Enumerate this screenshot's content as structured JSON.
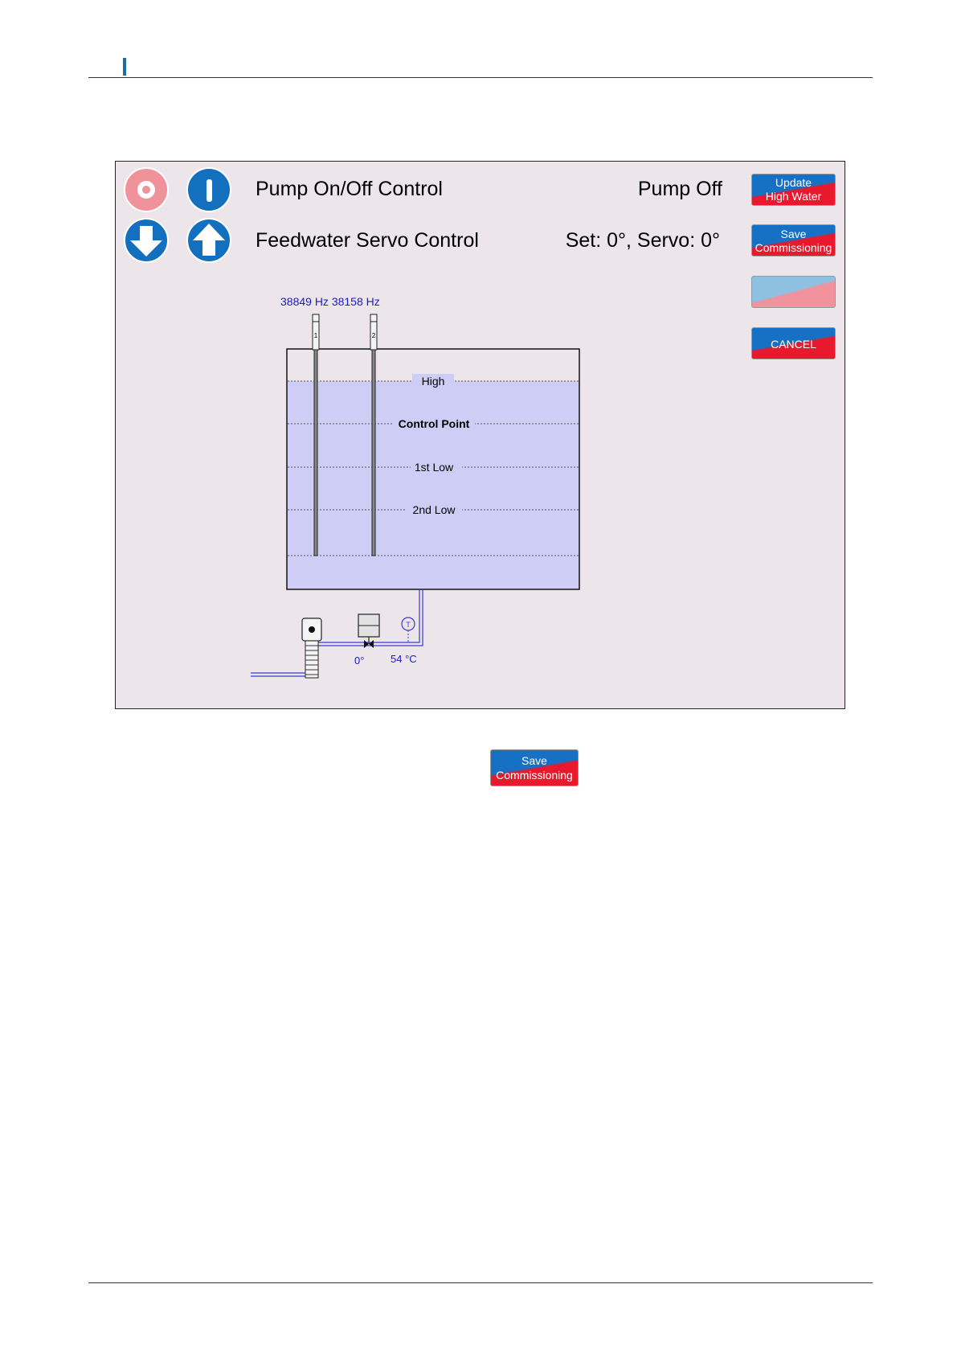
{
  "panel": {
    "pump_title": "Pump On/Off Control",
    "pump_status": "Pump Off",
    "servo_title": "Feedwater Servo Control",
    "servo_status": "Set: 0°, Servo: 0°"
  },
  "buttons": {
    "update_line1": "Update",
    "update_line2": "High Water",
    "save_line1": "Save",
    "save_line2": "Commissioning",
    "cancel": "CANCEL"
  },
  "diagram": {
    "frequency_readout": "38849 Hz 38158 Hz",
    "probe1_label": "1",
    "probe2_label": "2",
    "levels": [
      "High",
      "Control Point",
      "1st Low",
      "2nd Low"
    ],
    "valve_angle": "0°",
    "temperature": "54 °C",
    "temp_sensor_label": "T"
  },
  "document_button": {
    "line1": "Save",
    "line2": "Commissioning"
  },
  "colors": {
    "blue": "#1270bf",
    "red": "#e8192c",
    "pink": "#f0929a",
    "water": "#cdcdf5",
    "readout": "#1a1acc"
  }
}
